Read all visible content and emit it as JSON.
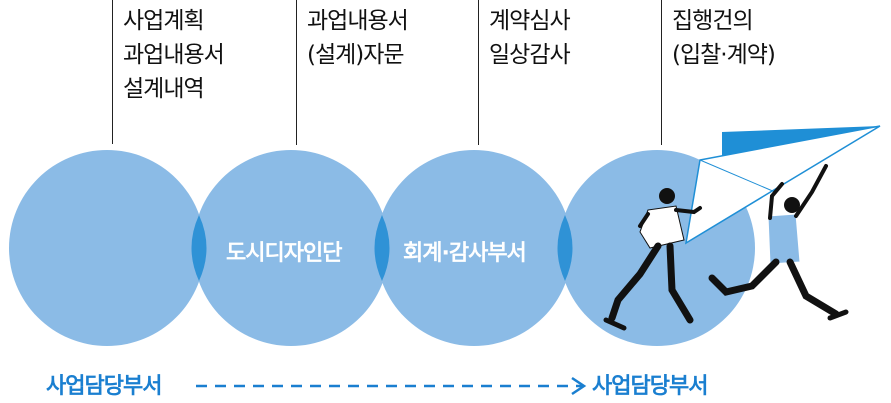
{
  "steps": [
    {
      "lines": [
        "사업계획",
        "과업내용서",
        "설계내역"
      ]
    },
    {
      "lines": [
        "과업내용서",
        "(설계)자문"
      ]
    },
    {
      "lines": [
        "계약심사",
        "일상감사"
      ]
    },
    {
      "lines": [
        "집행건의",
        "(입찰·계약)"
      ]
    }
  ],
  "circles": [
    {
      "label": ""
    },
    {
      "label": "도시디자인단"
    },
    {
      "label": "회계·감사부서"
    },
    {
      "label": ""
    }
  ],
  "flow": {
    "from": "사업담당부서",
    "to": "사업담당부서",
    "connector": "-----------------------→"
  },
  "colors": {
    "circle": "#8bbbe6",
    "overlap": "#2f92d6",
    "accent": "#1a7fd0"
  },
  "icons": [
    "runners-with-paper-plane-icon"
  ]
}
